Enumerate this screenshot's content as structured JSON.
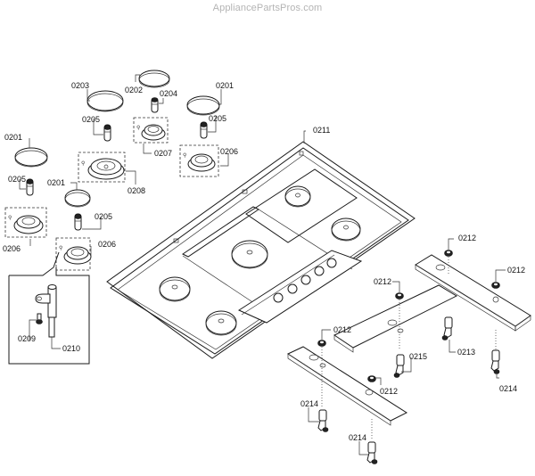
{
  "watermark": "AppliancePartsPros.com",
  "callouts": {
    "c0203": "0203",
    "c0202": "0202",
    "c0204": "0204",
    "c0201_top": "0201",
    "c0205_a": "0205",
    "c0205_b": "0205",
    "c0207": "0207",
    "c0206_a": "0206",
    "c0201_left": "0201",
    "c0205_c": "0205",
    "c0201_mid": "0201",
    "c0208": "0208",
    "c0205_d": "0205",
    "c0206_b": "0206",
    "c0206_c": "0206",
    "c0209": "0209",
    "c0210": "0210",
    "c0211": "0211",
    "c0212_a": "0212",
    "c0212_b": "0212",
    "c0212_c": "0212",
    "c0212_d": "0212",
    "c0212_e": "0212",
    "c0213": "0213",
    "c0214_a": "0214",
    "c0214_b": "0214",
    "c0214_c": "0214",
    "c0215": "0215"
  }
}
